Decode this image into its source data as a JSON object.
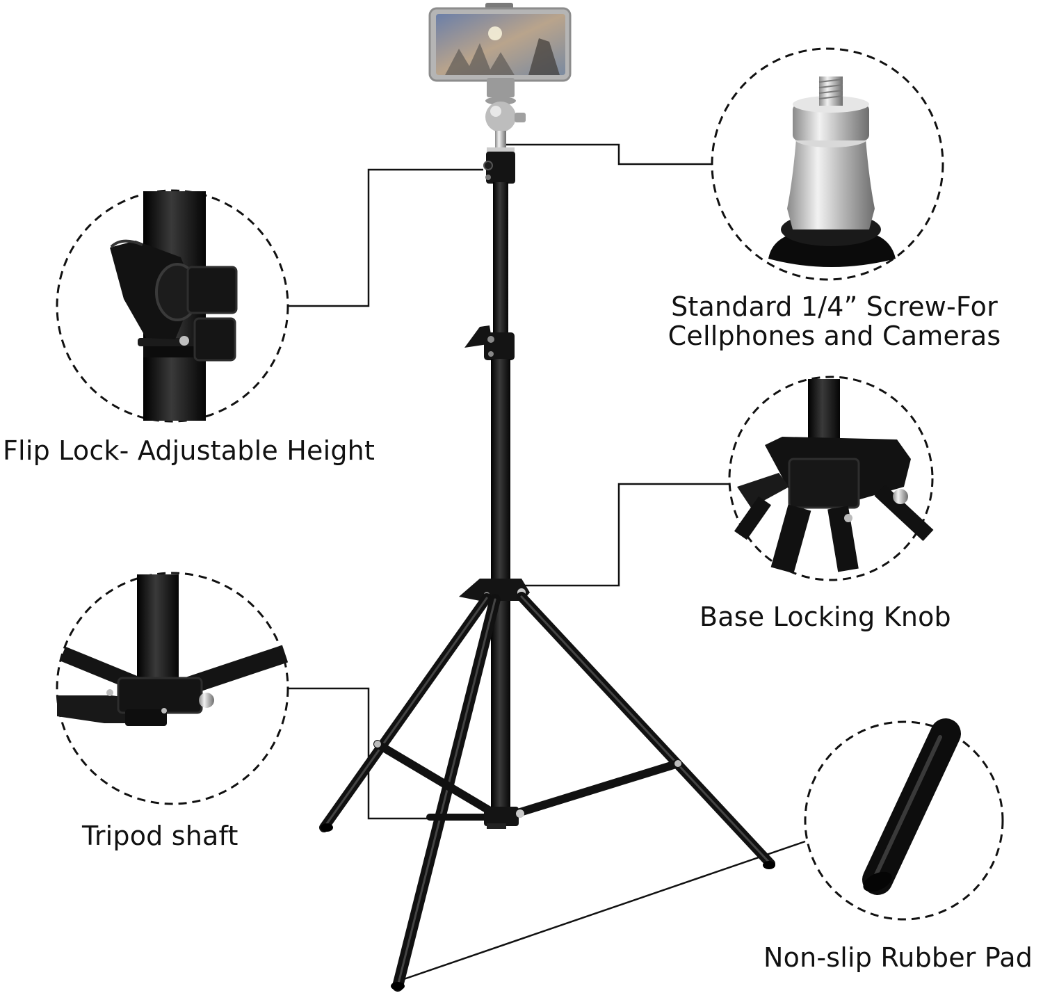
{
  "labels": {
    "flip_lock": "Flip Lock- Adjustable Height",
    "screw_line1": "Standard 1/4” Screw-For",
    "screw_line2": "Cellphones and Cameras",
    "base_knob": "Base Locking Knob",
    "tripod_shaft": "Tripod shaft",
    "rubber_pad": "Non-slip Rubber Pad"
  },
  "colors": {
    "background": "#ffffff",
    "stand": "#141414",
    "callout_line": "#111111",
    "phone_body": "#b9b9b9"
  },
  "icons": [
    "smartphone-icon",
    "ball-head-icon",
    "flip-lock-icon",
    "screw-adapter-icon",
    "base-knob-icon",
    "tripod-joint-icon",
    "rubber-foot-icon"
  ]
}
